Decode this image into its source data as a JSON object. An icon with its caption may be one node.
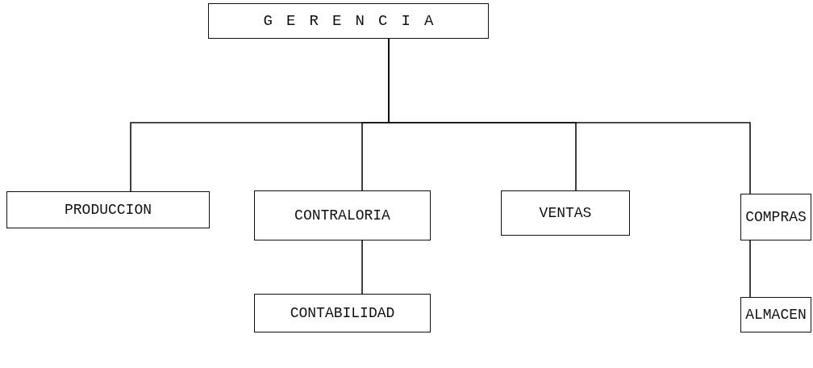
{
  "diagram": {
    "nodes": [
      {
        "text": [
          "GERENCIA"
        ]
      },
      {
        "text": [
          "PRODUCCION"
        ]
      },
      {
        "text": [
          "CONTRALORIA"
        ]
      },
      {
        "text": [
          "VENTAS"
        ]
      },
      {
        "text": [
          "COMPRAS"
        ]
      },
      {
        "text": [
          "CONTABILIDAD"
        ]
      },
      {
        "text": [
          "ALMACEN"
        ]
      }
    ],
    "edges": [
      {
        "from": 0,
        "to": 1,
        "arrow": "none"
      },
      {
        "from": 0,
        "to": 2,
        "arrow": "none"
      },
      {
        "from": 0,
        "to": 3,
        "arrow": "none"
      },
      {
        "from": 0,
        "to": 4,
        "arrow": "none"
      },
      {
        "from": 2,
        "to": 5,
        "arrow": "none"
      },
      {
        "from": 4,
        "to": 6,
        "arrow": "none"
      }
    ]
  }
}
